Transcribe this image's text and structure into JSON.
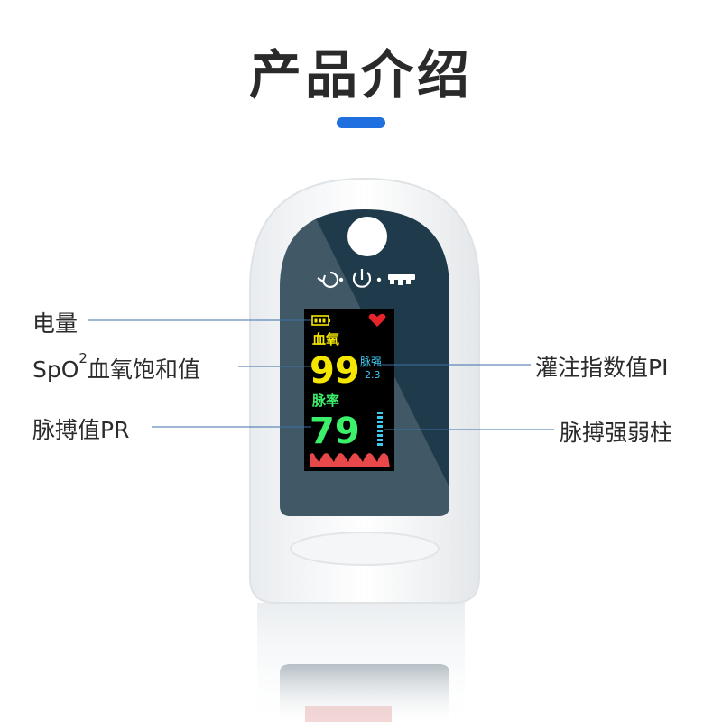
{
  "page": {
    "title": "产品介绍",
    "accent_color": "#1f6fe0"
  },
  "device": {
    "body_color": "#1f3a4a",
    "buttons": {
      "left": "refresh-icon",
      "center": "power-icon",
      "right": "signal-icon"
    },
    "screen": {
      "battery_icon": "battery-icon",
      "heart_icon": "heart-icon",
      "spo2_label": "血氧",
      "spo2_value": "99",
      "pi_label": "脉强",
      "pi_value": "2.3",
      "pr_label": "脉率",
      "pr_value": "79",
      "colors": {
        "spo2": "#f5e600",
        "pr": "#3df06a",
        "pi": "#3ec9f0",
        "wave": "#e8484a",
        "heart": "#e8242a"
      }
    }
  },
  "callouts": {
    "battery": "电量",
    "spo2_prefix": "SpO",
    "spo2_sup": "2",
    "spo2_suffix": "血氧饱和值",
    "pr": "脉搏值PR",
    "pi": "灌注指数值PI",
    "bar": "脉搏强弱柱"
  }
}
